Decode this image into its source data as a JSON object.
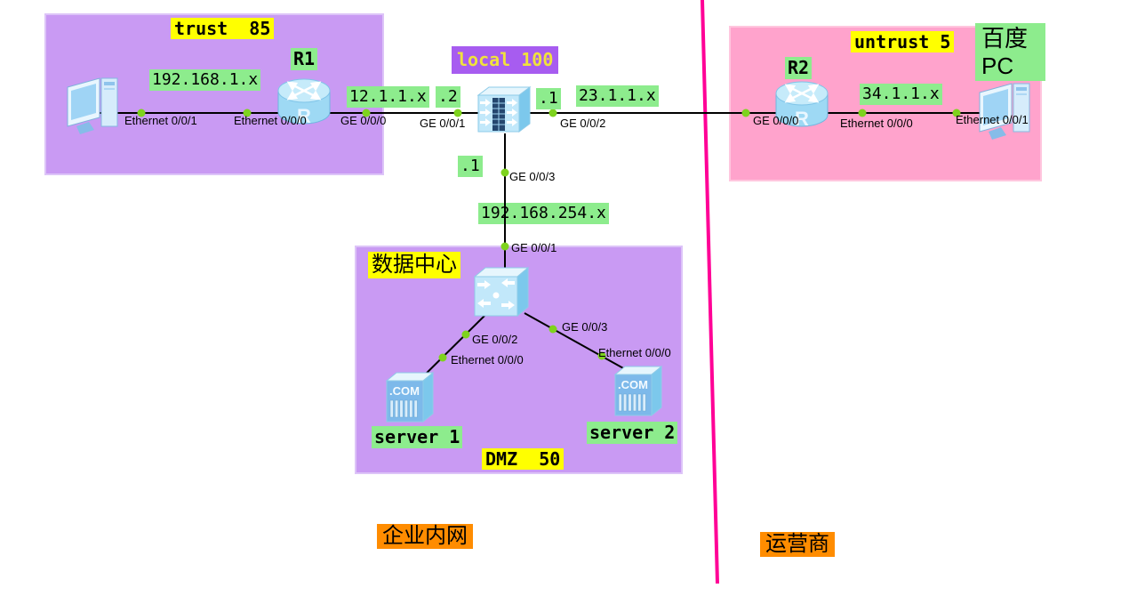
{
  "zones": {
    "trust": {
      "label": "trust  85"
    },
    "local": {
      "label": "local 100"
    },
    "untrust": {
      "label": "untrust 5"
    },
    "datacenter": {
      "label": "数据中心"
    },
    "dmz": {
      "label": "DMZ  50"
    },
    "enterprise": {
      "label": "企业内网"
    },
    "isp": {
      "label": "运营商"
    }
  },
  "devices": {
    "pc1": {
      "type": "pc"
    },
    "r1": {
      "type": "router",
      "label": "R1"
    },
    "firewall": {
      "type": "firewall"
    },
    "r2": {
      "type": "router",
      "label": "R2"
    },
    "pc2": {
      "type": "pc",
      "label_line1": "百度",
      "label_line2": "PC"
    },
    "switch": {
      "type": "lan-switch"
    },
    "server1": {
      "type": "server",
      "label": "server 1"
    },
    "server2": {
      "type": "server",
      "label": "server 2"
    }
  },
  "networks": {
    "trust_lan": "192.168.1.x",
    "r1_fw_link": "12.1.1.x",
    "fw_left_addr": ".2",
    "fw_right_addr": ".1",
    "fw_r2_link": "23.1.1.x",
    "fw_dmz_addr": ".1",
    "dmz_lan": "192.168.254.x",
    "untrust_lan": "34.1.1.x"
  },
  "interfaces": {
    "pc1_port": "Ethernet 0/0/1",
    "r1_lan": "Ethernet 0/0/0",
    "r1_wan": "GE 0/0/0",
    "fw_ge1": "GE 0/0/1",
    "fw_ge2": "GE 0/0/2",
    "fw_ge3": "GE 0/0/3",
    "sw_ge1": "GE 0/0/1",
    "sw_ge2": "GE 0/0/2",
    "sw_ge3": "GE 0/0/3",
    "server1_port": "Ethernet 0/0/0",
    "server2_port": "Ethernet 0/0/0",
    "r2_wan": "GE 0/0/0",
    "r2_lan": "Ethernet 0/0/0",
    "pc2_port": "Ethernet 0/0/1"
  },
  "colors": {
    "zone_purple": "#c99af3",
    "zone_pink": "#ffa3cc",
    "label_green": "#8dec8d",
    "label_yellow": "#ffff00",
    "label_orange": "#ff8c00",
    "local_label_bg": "#a75cf0",
    "local_label_text": "#f0e23c",
    "link_dot_green": "#7ed31e",
    "boundary_magenta": "#ff0096"
  }
}
